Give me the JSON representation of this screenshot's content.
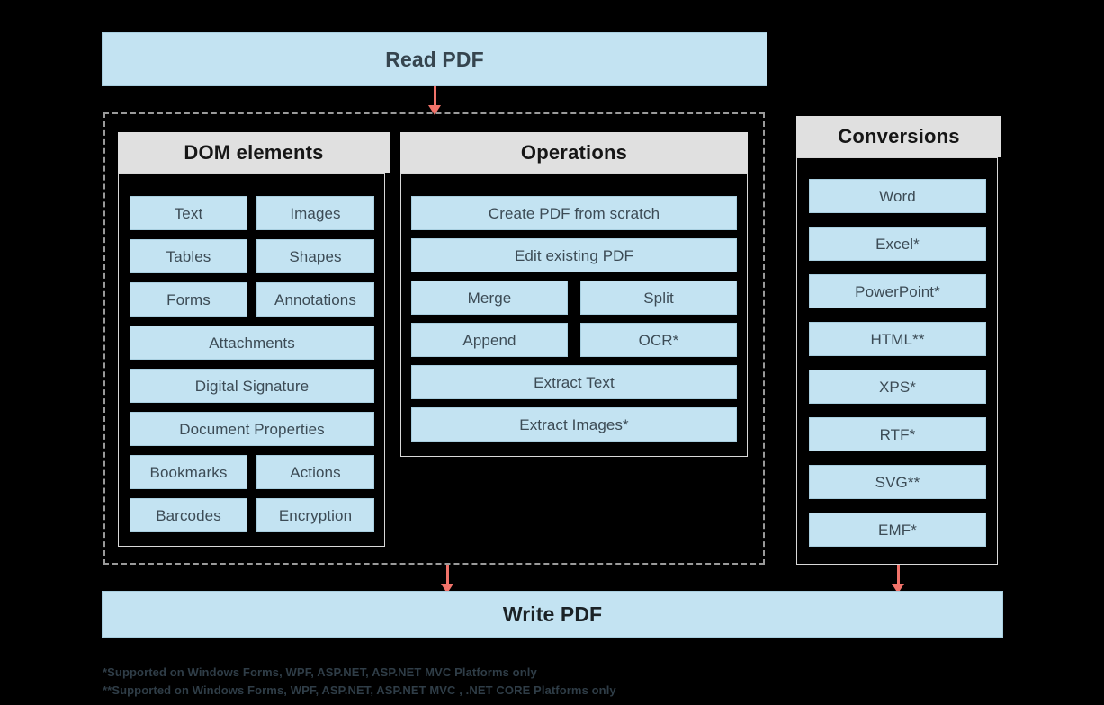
{
  "banners": {
    "read": "Read PDF",
    "write": "Write PDF"
  },
  "panels": {
    "dom": {
      "title": "DOM elements",
      "rows": [
        {
          "cells": [
            {
              "label": "Text"
            },
            {
              "label": "Images"
            }
          ]
        },
        {
          "cells": [
            {
              "label": "Tables"
            },
            {
              "label": "Shapes"
            }
          ]
        },
        {
          "cells": [
            {
              "label": "Forms"
            },
            {
              "label": "Annotations"
            }
          ]
        },
        {
          "cells": [
            {
              "label": "Attachments"
            }
          ]
        },
        {
          "cells": [
            {
              "label": "Digital Signature"
            }
          ]
        },
        {
          "cells": [
            {
              "label": "Document Properties"
            }
          ]
        },
        {
          "cells": [
            {
              "label": "Bookmarks"
            },
            {
              "label": "Actions"
            }
          ]
        },
        {
          "cells": [
            {
              "label": "Barcodes"
            },
            {
              "label": "Encryption"
            }
          ]
        }
      ]
    },
    "operations": {
      "title": "Operations",
      "rows": [
        {
          "cells": [
            {
              "label": "Create PDF from scratch"
            }
          ]
        },
        {
          "cells": [
            {
              "label": "Edit existing PDF"
            }
          ]
        },
        {
          "cells": [
            {
              "label": "Merge"
            },
            {
              "label": "Split"
            }
          ]
        },
        {
          "cells": [
            {
              "label": "Append"
            },
            {
              "label": "OCR*"
            }
          ]
        },
        {
          "cells": [
            {
              "label": "Extract Text"
            }
          ]
        },
        {
          "cells": [
            {
              "label": "Extract Images*"
            }
          ]
        }
      ]
    },
    "conversions": {
      "title": "Conversions",
      "items": [
        {
          "label": "Word"
        },
        {
          "label": "Excel*"
        },
        {
          "label": "PowerPoint*"
        },
        {
          "label": "HTML**"
        },
        {
          "label": "XPS*"
        },
        {
          "label": "RTF*"
        },
        {
          "label": "SVG**"
        },
        {
          "label": "EMF*"
        }
      ]
    }
  },
  "arrows": [
    {
      "name": "read-to-group"
    },
    {
      "name": "group-to-write"
    },
    {
      "name": "conversions-to-write"
    }
  ],
  "footnotes": [
    "*Supported on Windows Forms, WPF, ASP.NET, ASP.NET MVC Platforms only",
    "**Supported on Windows Forms, WPF, ASP.NET, ASP.NET MVC , .NET CORE Platforms only"
  ],
  "colors": {
    "box_fill": "#c3e3f2",
    "box_border": "#a9cfe0",
    "header_fill": "#e0e0e0",
    "arrow": "#f1736a",
    "background": "#000000",
    "text": "#3c4b55",
    "footnote_text": "#2f3d47",
    "dashed_border": "#9a9a9a"
  }
}
